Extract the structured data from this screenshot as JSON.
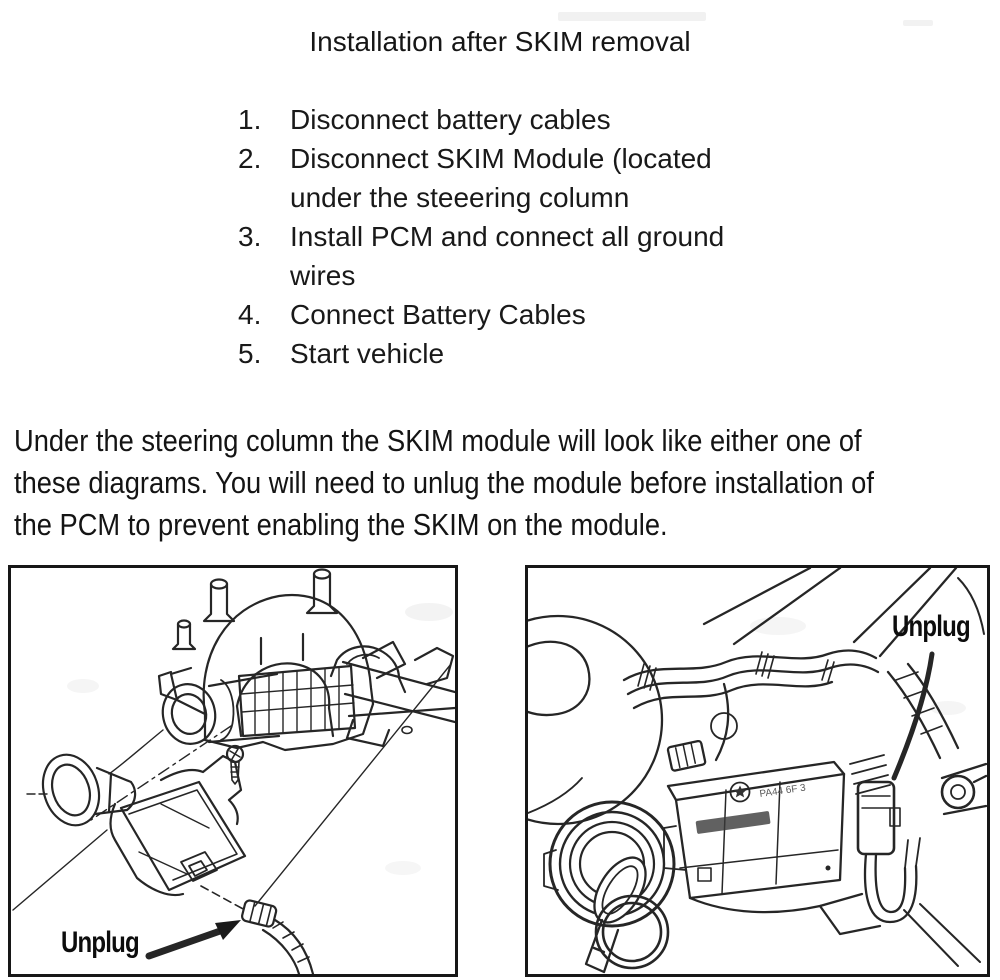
{
  "title": "Installation after SKIM removal",
  "steps": {
    "items": [
      {
        "number": "1.",
        "lines": [
          "Disconnect battery cables"
        ]
      },
      {
        "number": "2.",
        "lines": [
          "Disconnect SKIM Module (located",
          "under the steeering column"
        ]
      },
      {
        "number": "3.",
        "lines": [
          "Install PCM and connect all ground",
          "wires"
        ]
      },
      {
        "number": "4.",
        "lines": [
          "Connect Battery Cables"
        ]
      },
      {
        "number": "5.",
        "lines": [
          "Start vehicle"
        ]
      }
    ]
  },
  "paragraph": {
    "lines": [
      "Under the steering column the SKIM module will look like either one of",
      "these diagrams. You will need to unlug the module before installation of",
      "the PCM to prevent enabling the SKIM on the module."
    ]
  },
  "figures": {
    "left": {
      "label": "Unplug"
    },
    "right": {
      "label": "Unplug",
      "module_text": "PA44 6F 3"
    }
  },
  "colors": {
    "ink": "#1b1b1b",
    "paper": "#ffffff",
    "border": "#171717"
  }
}
